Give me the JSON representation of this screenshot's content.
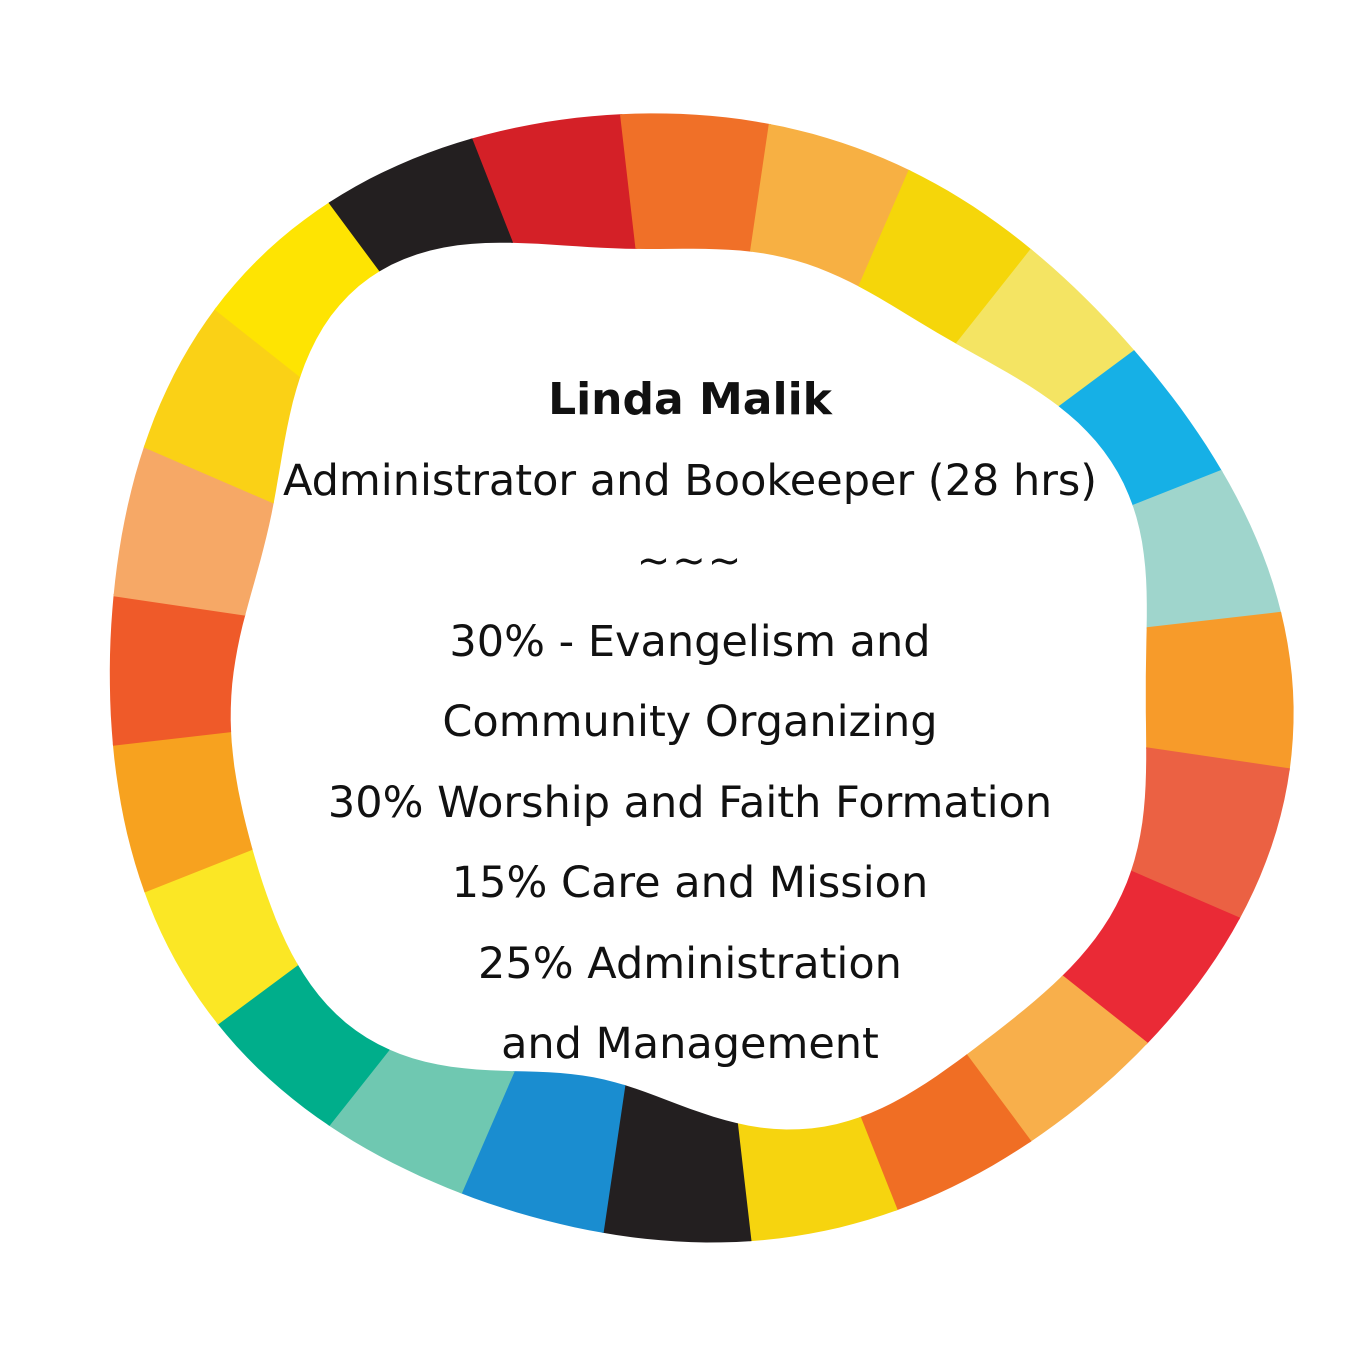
{
  "profile": {
    "name": "Linda Malik",
    "role": "Administrator and Bookeeper (28 hrs)",
    "divider": "~~~",
    "allocations": [
      "30% - Evangelism and",
      "Community Organizing",
      "30% Worship and Faith Formation",
      "15% Care and Mission",
      "25% Administration",
      "and Management"
    ]
  },
  "ring": {
    "segment_colors": [
      "#d42027",
      "#f07028",
      "#f7b043",
      "#f5d60a",
      "#f4e463",
      "#16b0e6",
      "#9fd5cc",
      "#f79b2a",
      "#eb6143",
      "#ea2a36",
      "#f8af4b",
      "#f06e24",
      "#f6d40f",
      "#231f20",
      "#1a8dd0",
      "#6fc8b1",
      "#00ae8b",
      "#fbe725",
      "#f7a21f",
      "#ef5a29",
      "#f6a866",
      "#fad116",
      "#fee402",
      "#231f20"
    ]
  }
}
